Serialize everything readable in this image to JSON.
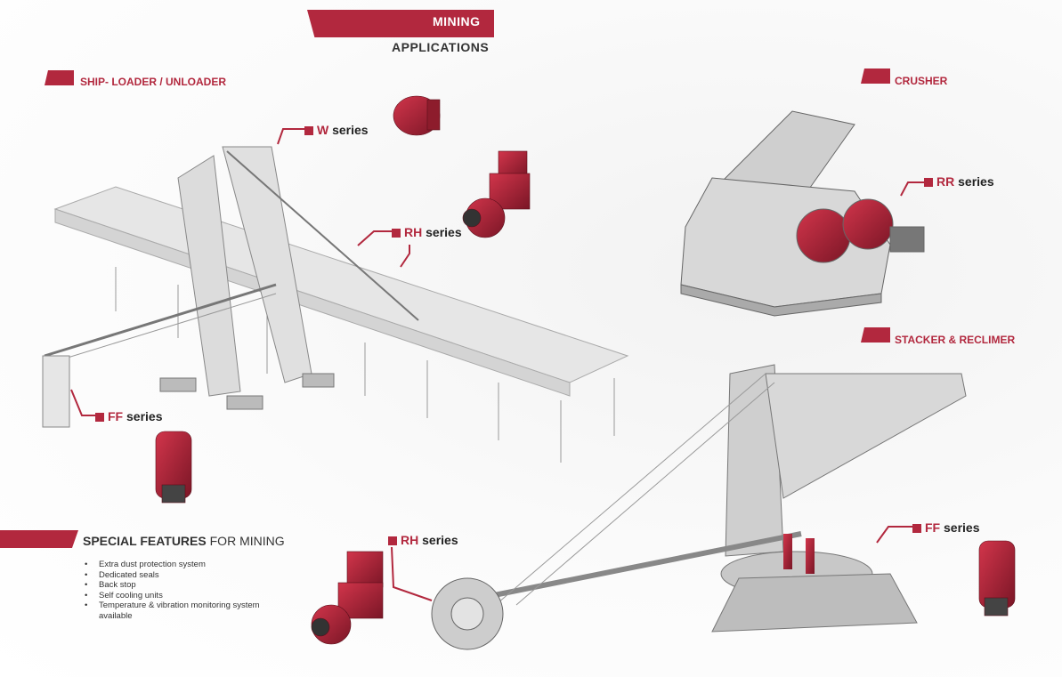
{
  "header": {
    "title": "MINING",
    "subtitle": "APPLICATIONS"
  },
  "sections": {
    "ship_loader": "SHIP- LOADER / UNLOADER",
    "crusher": "CRUSHER",
    "stacker": "STACKER & RECLIMER"
  },
  "callouts": {
    "w": {
      "code": "W",
      "label": "series"
    },
    "rh_top": {
      "code": "RH",
      "label": "series"
    },
    "ff_left": {
      "code": "FF",
      "label": "series"
    },
    "rr": {
      "code": "RR",
      "label": "series"
    },
    "rh_bottom": {
      "code": "RH",
      "label": "series"
    },
    "ff_right": {
      "code": "FF",
      "label": "series"
    }
  },
  "features": {
    "title_bold": "SPECIAL FEATURES",
    "title_rest": " FOR MINING",
    "items": [
      "Extra dust protection system",
      "Dedicated seals",
      "Back stop",
      "Self cooling units",
      "Temperature & vibration monitoring system available"
    ]
  },
  "colors": {
    "accent": "#b2283e",
    "text": "#333333"
  }
}
